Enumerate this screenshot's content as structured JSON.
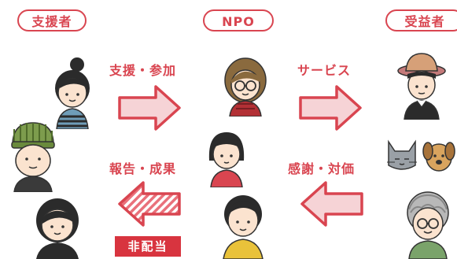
{
  "headers": {
    "supporters": "支援者",
    "npo": "NPO",
    "beneficiaries": "受益者"
  },
  "flows": {
    "support_participation": "支援・参加",
    "service": "サービス",
    "report_results": "報告・成果",
    "gratitude_compensation": "感謝・対価"
  },
  "badge": {
    "non_distribution": "非配当"
  },
  "colors": {
    "accent": "#d94550",
    "badge_bg": "#d8343f",
    "arrow_fill": "#f6d3d6"
  },
  "icons": {
    "right_arrow_top_left": "right-arrow-icon",
    "right_arrow_top_right": "right-arrow-icon",
    "left_arrow_bottom_left": "left-arrow-icon",
    "left_arrow_bottom_right": "left-arrow-icon"
  }
}
